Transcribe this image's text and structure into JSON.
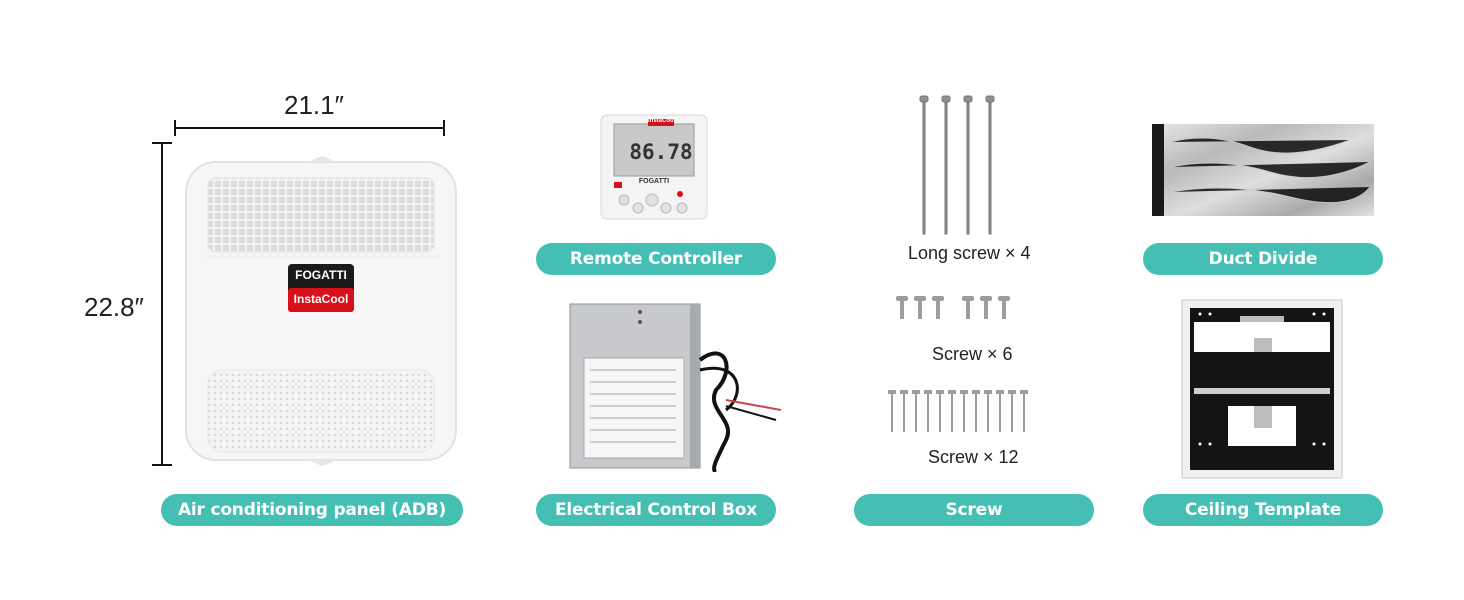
{
  "dimensions": {
    "width_label": "21.1″",
    "height_label": "22.8″"
  },
  "panel": {
    "brand": "FOGATTI",
    "product": "InstaCool"
  },
  "remote": {
    "brand_top": "InstaCool",
    "display": "86.78",
    "brand_bottom": "FOGATTI"
  },
  "captions": {
    "long_screw": "Long screw × 4",
    "screw6": "Screw × 6",
    "screw12": "Screw × 12"
  },
  "labels": {
    "panel": "Air conditioning panel (ADB)",
    "remote": "Remote Controller",
    "control_box": "Electrical Control Box",
    "screw": "Screw",
    "duct": "Duct Divide",
    "template": "Ceiling Template"
  },
  "colors": {
    "pill": "#45bfb3",
    "badge_red": "#d8101a",
    "badge_black": "#1a1a1a"
  }
}
